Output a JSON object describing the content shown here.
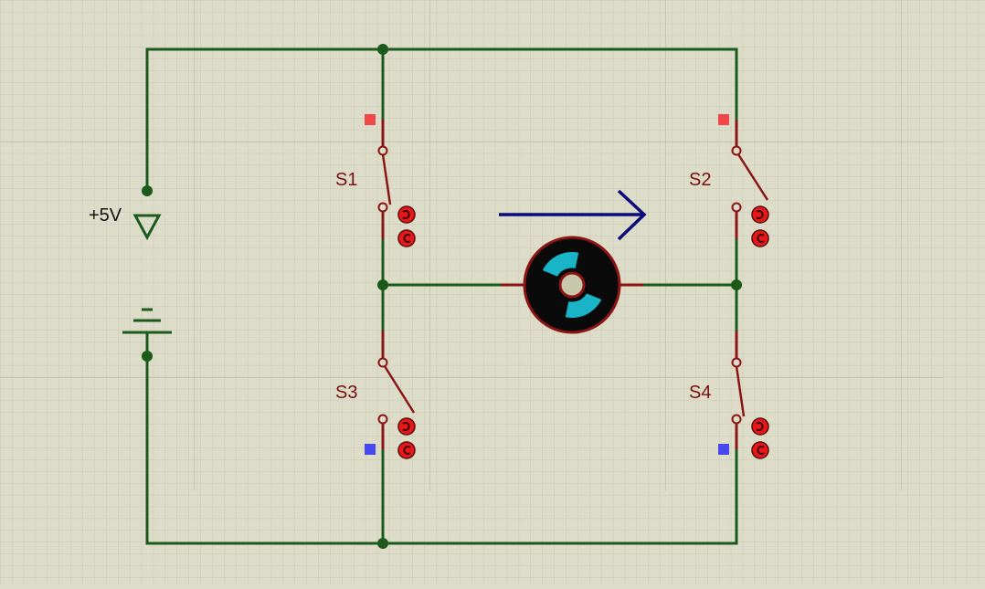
{
  "labels": {
    "power": "+5V",
    "s1": "S1",
    "s2": "S2",
    "s3": "S3",
    "s4": "S4"
  },
  "states": {
    "s1": "closed",
    "s2": "open",
    "s3": "open",
    "s4": "closed"
  },
  "colors": {
    "background": "#dcdcc8",
    "grid_minor": "#c9c9b6",
    "grid_major": "#b9b9a6",
    "wire": "#1b5a1b",
    "component": "#8b1414",
    "label": "#7a1010",
    "arrow": "#0a0a7a",
    "motor_body": "#0a0a0a",
    "motor_rotor": "#19b4c8",
    "motor_hub": "#c8c8ad",
    "button_red": "#e81818",
    "pin_high": "#f04848",
    "pin_low": "#4848f0"
  }
}
